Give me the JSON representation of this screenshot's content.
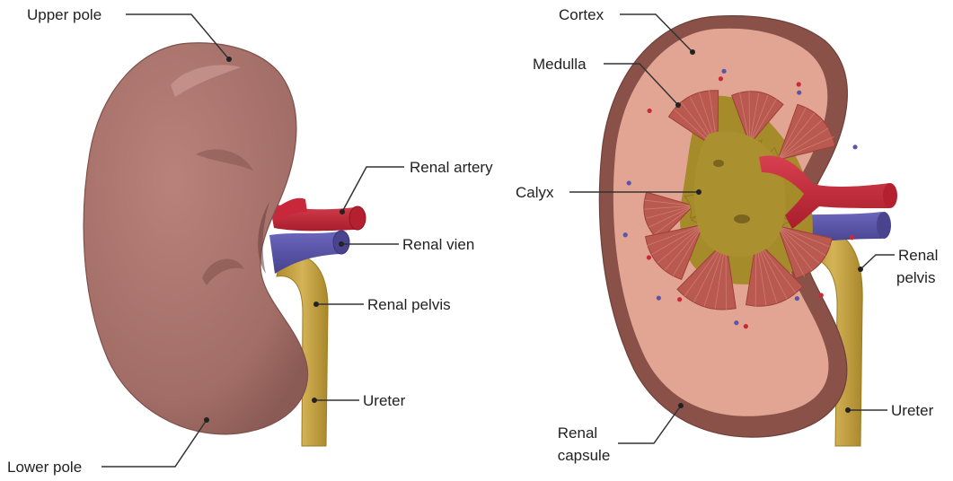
{
  "labels": {
    "upper_pole": "Upper pole",
    "lower_pole": "Lower pole",
    "renal_artery": "Renal artery",
    "renal_vien": "Renal vien",
    "renal_pelvis_left": "Renal pelvis",
    "ureter_left": "Ureter",
    "cortex": "Cortex",
    "medulla": "Medulla",
    "calyx": "Calyx",
    "renal_capsule_line1": "Renal",
    "renal_capsule_line2": "capsule",
    "renal_pelvis_right_line1": "Renal",
    "renal_pelvis_right_line2": "pelvis",
    "ureter_right": "Ureter"
  },
  "colors": {
    "kidney_surface": "#a9726b",
    "kidney_dark": "#8e5a55",
    "capsule": "#8a5149",
    "cortex": "#e2a593",
    "medulla": "#b9594f",
    "pelvis": "#a58b2a",
    "ureter": "#c9a648",
    "artery": "#c8283a",
    "vein": "#5a55a8"
  }
}
